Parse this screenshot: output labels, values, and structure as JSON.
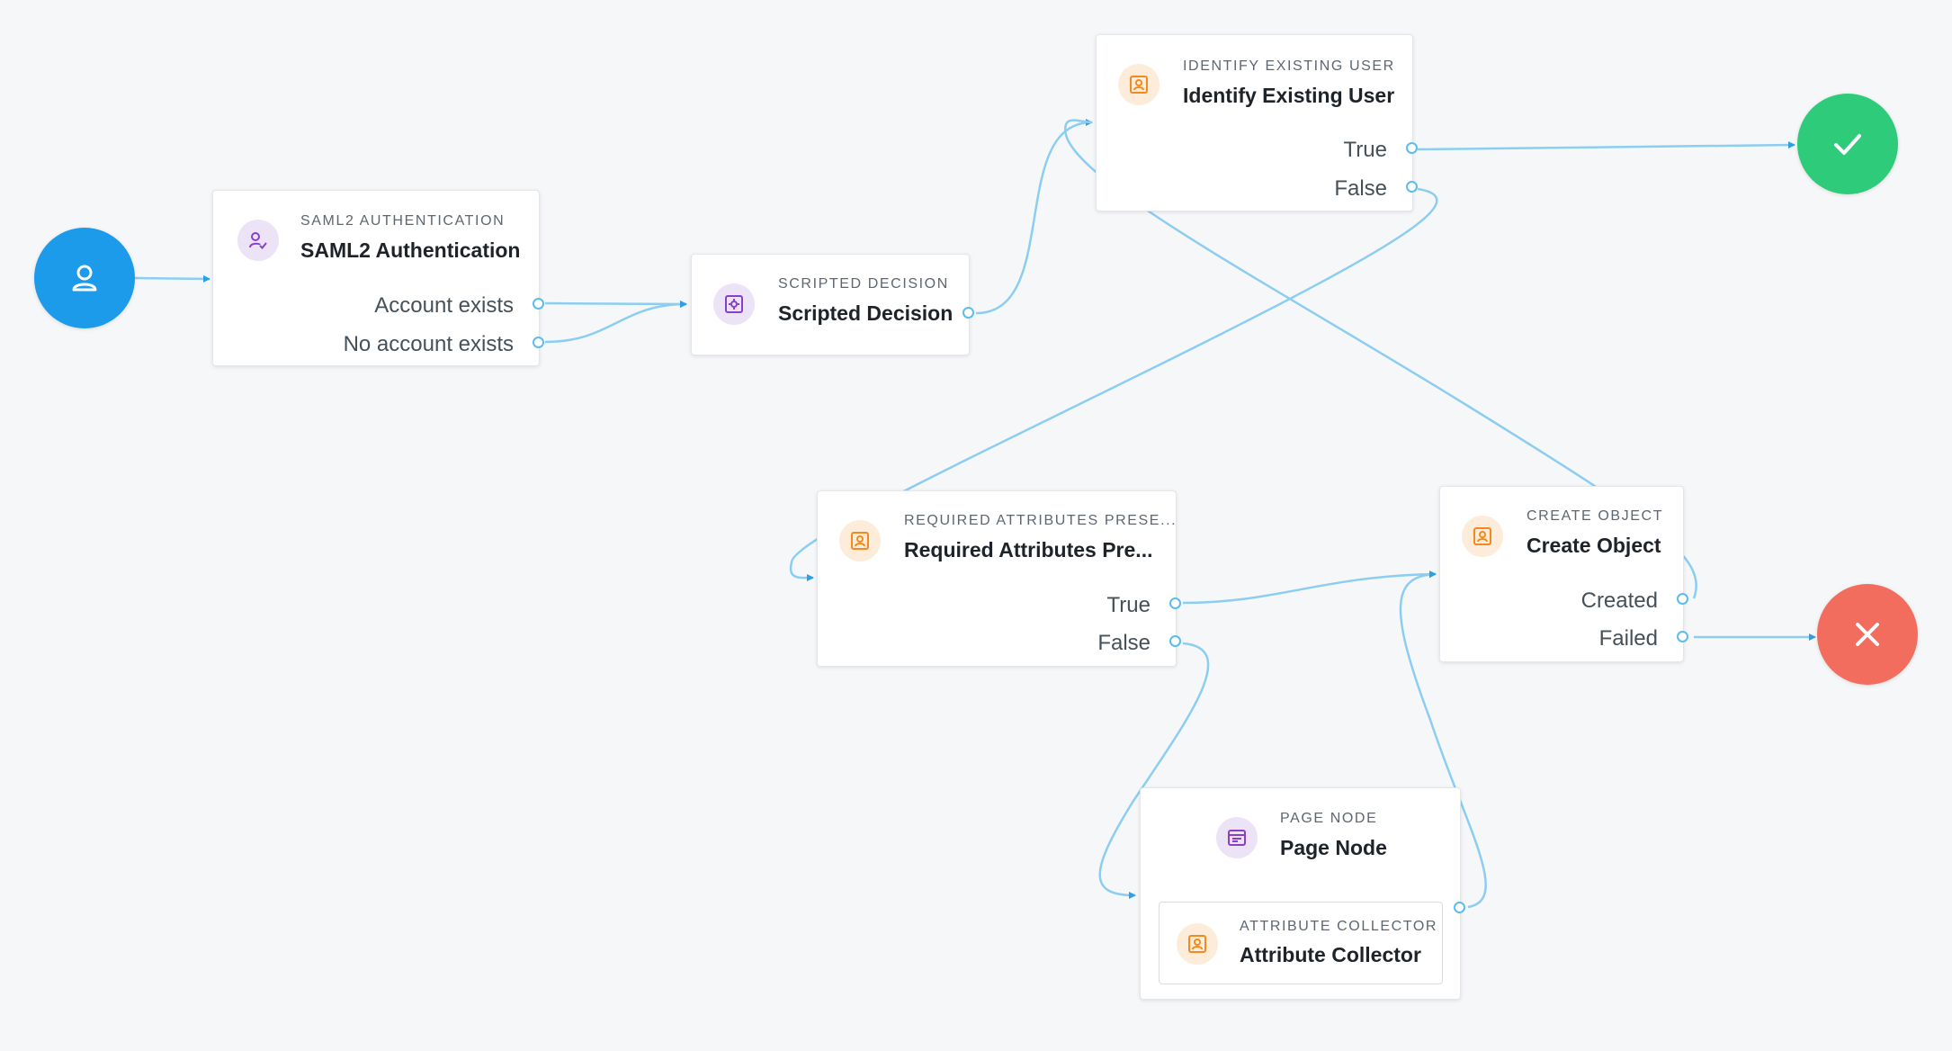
{
  "colors": {
    "start": "#1b9bea",
    "success": "#2ecc7a",
    "failure": "#f26d5e",
    "wire": "#8ccdf2",
    "port": "#5bbcf0",
    "purple_icon": "#8a3fc7",
    "orange_icon": "#f48a1e"
  },
  "start_node": {
    "icon": "user-icon"
  },
  "success_node": {
    "icon": "checkmark-icon"
  },
  "failure_node": {
    "icon": "close-icon"
  },
  "nodes": {
    "saml2": {
      "type_label": "SAML2 AUTHENTICATION",
      "title": "SAML2 Authentication",
      "icon": "user-check-icon",
      "outcomes": [
        "Account exists",
        "No account exists"
      ]
    },
    "scripted": {
      "type_label": "SCRIPTED DECISION",
      "title": "Scripted Decision",
      "icon": "script-gear-icon",
      "outcomes": []
    },
    "identify": {
      "type_label": "IDENTIFY EXISTING USER",
      "title": "Identify Existing User",
      "icon": "contact-card-icon",
      "outcomes": [
        "True",
        "False"
      ]
    },
    "required": {
      "type_label": "REQUIRED ATTRIBUTES PRESE...",
      "title": "Required Attributes Pre...",
      "icon": "contact-card-icon",
      "outcomes": [
        "True",
        "False"
      ]
    },
    "create": {
      "type_label": "CREATE OBJECT",
      "title": "Create Object",
      "icon": "contact-card-icon",
      "outcomes": [
        "Created",
        "Failed"
      ]
    },
    "page": {
      "type_label": "PAGE NODE",
      "title": "Page Node",
      "icon": "page-icon",
      "child": {
        "type_label": "ATTRIBUTE COLLECTOR",
        "title": "Attribute Collector",
        "icon": "contact-card-icon"
      }
    }
  }
}
